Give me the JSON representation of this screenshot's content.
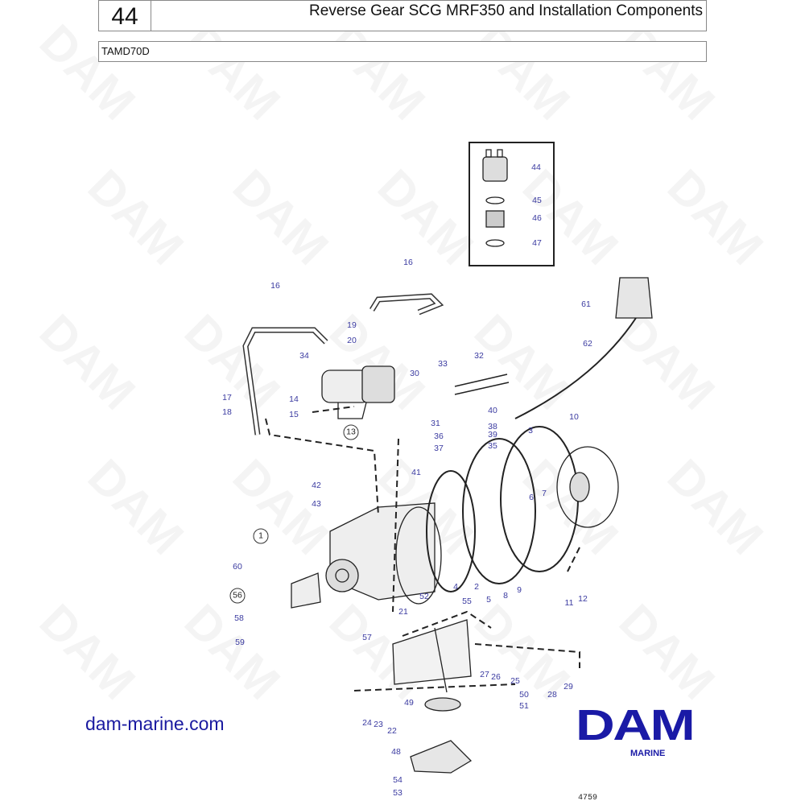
{
  "header": {
    "page_number": "44",
    "title": "Reverse Gear SCG MRF350 and Installation Components",
    "model": "TAMD70D"
  },
  "watermark": "DAM",
  "diagram": {
    "callouts": [
      "16",
      "16",
      "19",
      "20",
      "34",
      "30",
      "33",
      "32",
      "17",
      "18",
      "14",
      "15",
      "13",
      "31",
      "40",
      "38",
      "39",
      "36",
      "37",
      "35",
      "41",
      "3",
      "10",
      "61",
      "62",
      "44",
      "45",
      "46",
      "47",
      "42",
      "43",
      "1",
      "6",
      "7",
      "4",
      "2",
      "5",
      "8",
      "9",
      "11",
      "12",
      "60",
      "56",
      "52",
      "55",
      "58",
      "59",
      "57",
      "21",
      "27",
      "26",
      "25",
      "28",
      "29",
      "50",
      "51",
      "49",
      "24",
      "23",
      "22",
      "48",
      "54",
      "53"
    ],
    "figure_number": "4759"
  },
  "footer": {
    "website": "dam-marine.com",
    "logo_text": "DAM",
    "logo_subtext": "MARINE"
  }
}
